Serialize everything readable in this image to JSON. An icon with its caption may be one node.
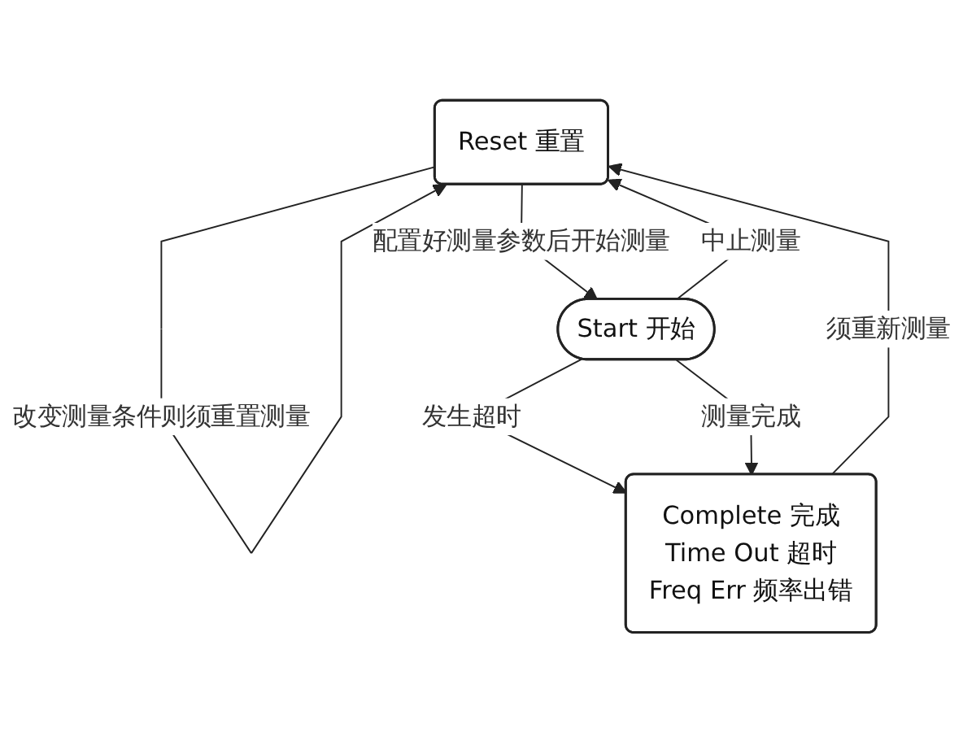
{
  "diagram": {
    "nodes": [
      {
        "text": [
          "Reset 重置"
        ]
      },
      {
        "text": [
          "Start 开始"
        ]
      },
      {
        "text": [
          "Complete 完成",
          "Time Out 超时",
          "Freq Err 频率出错"
        ]
      }
    ],
    "edges": [
      {
        "from": 0,
        "to": 0,
        "arrow": "to",
        "label": "改变测量条件则须重置测量"
      },
      {
        "from": 0,
        "to": 1,
        "arrow": "to",
        "label": "配置好测量参数后开始测量"
      },
      {
        "from": 1,
        "to": 0,
        "arrow": "to",
        "label": "中止测量"
      },
      {
        "from": 1,
        "to": 2,
        "arrow": "to",
        "label": "发生超时"
      },
      {
        "from": 1,
        "to": 2,
        "arrow": "to",
        "label": "测量完成"
      },
      {
        "from": 2,
        "to": 0,
        "arrow": "to",
        "label": "须重新测量"
      }
    ]
  }
}
